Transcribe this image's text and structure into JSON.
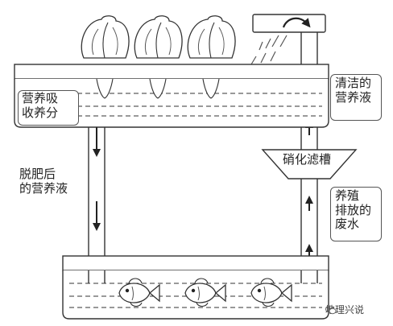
{
  "labels": {
    "plant_bed_note": "营养吸\n收养分",
    "after_fertilizer": "脱肥后\n的营养液",
    "clean_nutrient": "清洁的\n营养液",
    "fish_waste": "养殖\n排放的\n废水",
    "filter": "硝化滤槽"
  },
  "watermark": {
    "text": "地理兴说",
    "icon": "wechat-icon"
  },
  "colors": {
    "stroke": "#333333",
    "fill": "#ffffff"
  },
  "counts": {
    "plants": 3,
    "fish": 3
  }
}
